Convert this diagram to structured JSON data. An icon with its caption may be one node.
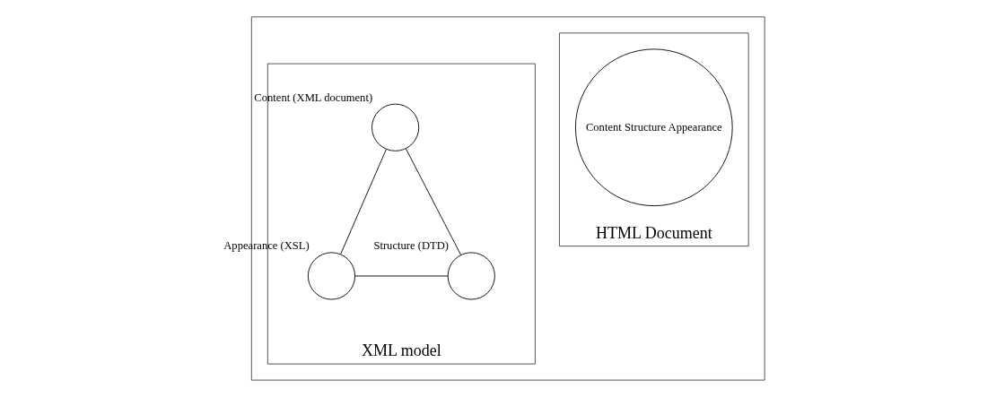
{
  "diagram": {
    "nodes": [
      {
        "text": [],
        "shape": "box"
      },
      {
        "text": [
          "HTML Document"
        ],
        "in": 0
      },
      {
        "text": [
          "Content Structure Appearance"
        ],
        "in": 1
      },
      {
        "text": [
          "XML model"
        ],
        "in": 0
      },
      {
        "text": [],
        "shape": "circle",
        "beside": [
          "Content (XML document)"
        ],
        "in": 3
      },
      {
        "text": [],
        "shape": "circle",
        "beside": [
          "Appearance (XSL)"
        ],
        "in": 3
      },
      {
        "text": [],
        "shape": "circle",
        "beside": [
          "Structure (DTD)"
        ],
        "in": 3
      }
    ],
    "edges": [
      {
        "from": 4,
        "to": 5,
        "arrow": "none"
      },
      {
        "from": 4,
        "to": 6,
        "arrow": "none"
      },
      {
        "from": 6,
        "to": 5,
        "arrow": "none"
      }
    ]
  }
}
